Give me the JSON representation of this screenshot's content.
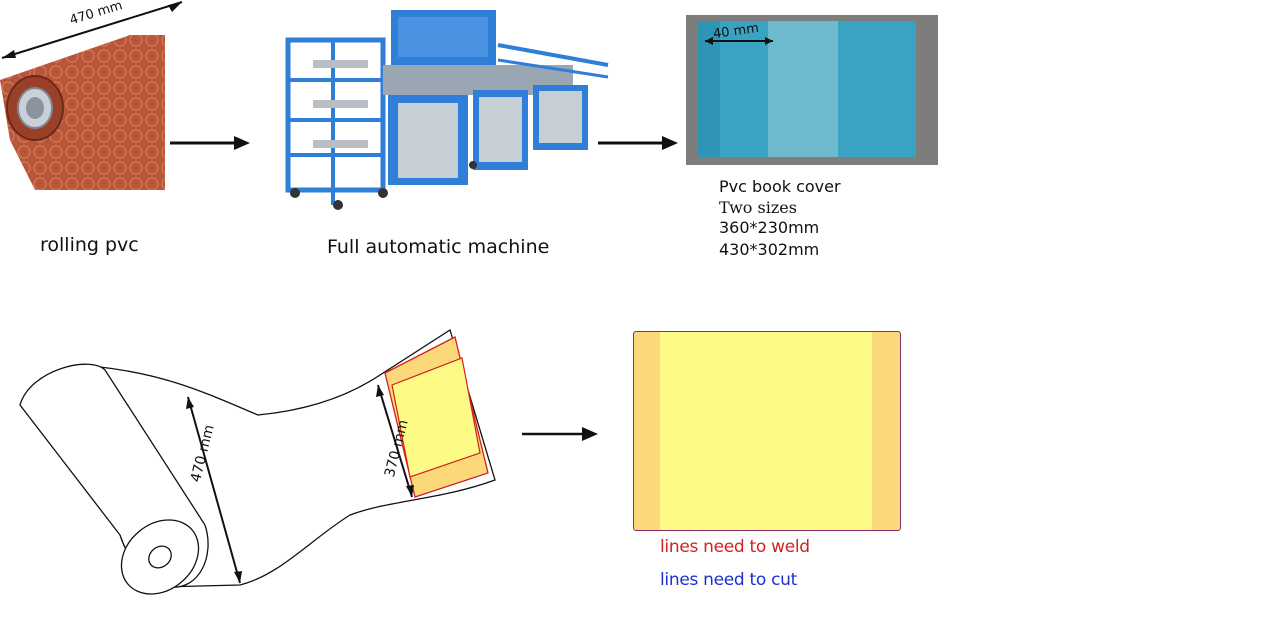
{
  "top_row": {
    "roll": {
      "dimension": "470 mm",
      "caption": "rolling pvc"
    },
    "machine": {
      "caption": "Full automatic machine"
    },
    "product": {
      "photo_dimension": "40 mm",
      "lines": [
        "Pvc book cover",
        "Two sizes",
        "360*230mm",
        "430*302mm"
      ]
    }
  },
  "bottom_row": {
    "sketch": {
      "roll_width_label": "470 mm",
      "cut_width_label": "370 mm"
    },
    "legend": [
      {
        "text": "lines need to weld",
        "color": "#d42020"
      },
      {
        "text": "lines need to cut",
        "color": "#1a2fd1"
      }
    ]
  },
  "colors": {
    "pvc_roll": "#b8563a",
    "machine_blue": "#2f7ed8",
    "sheet_teal": "#3aa3c2",
    "cover_yellow": "#fdfb86",
    "cover_edge": "#fbd97a"
  }
}
